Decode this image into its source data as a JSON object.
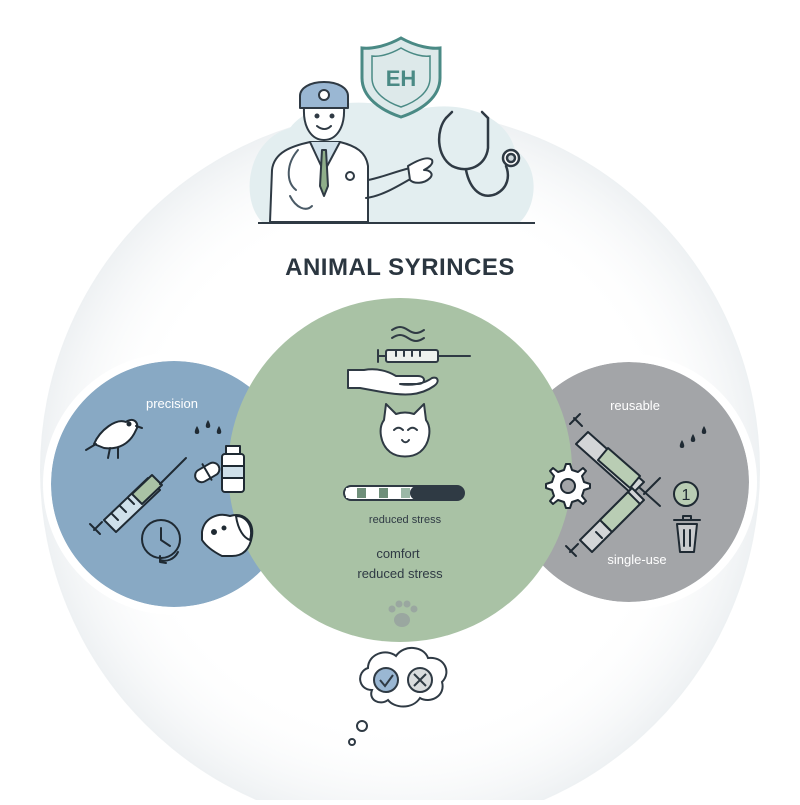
{
  "title": "ANIMAL SYRINCES",
  "shield_text": "EH",
  "left_circle": {
    "label": "precision"
  },
  "center_circle": {
    "bar_label": "reduced stress",
    "text_line1": "comfort",
    "text_line2": "reduced stress",
    "stress_level": 0.55
  },
  "right_circle": {
    "label_top": "reusable",
    "label_bottom": "single-use",
    "badge_number": "1"
  },
  "colors": {
    "left_circle": "#88a9c4",
    "center_circle": "#a9c2a5",
    "right_circle": "#a3a5a8",
    "outline": "#2f3a44",
    "accent_green": "#8fae8a"
  },
  "icons": [
    "shield-icon",
    "veterinarian-icon",
    "stethoscope-icon",
    "bird-icon",
    "syringe-icon",
    "pill-icon",
    "vial-icon",
    "clock-icon",
    "dog-icon",
    "hand-icon",
    "cat-icon",
    "paw-icon",
    "gear-icon",
    "trash-icon",
    "check-icon",
    "cross-icon",
    "thought-bubble-icon"
  ]
}
